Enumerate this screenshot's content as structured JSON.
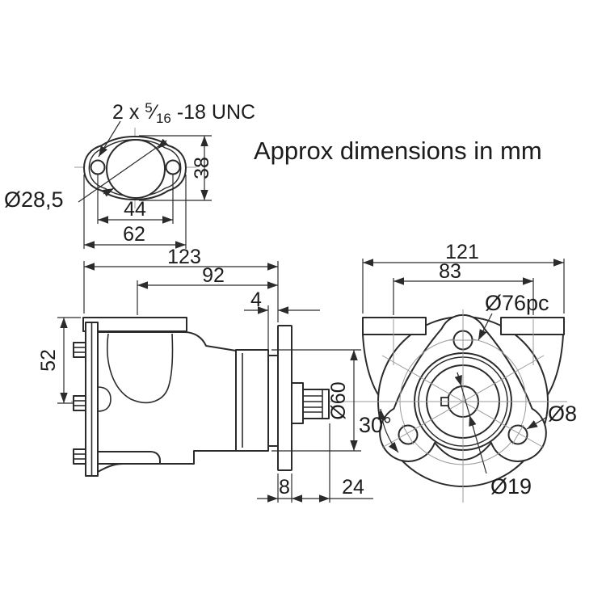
{
  "title": {
    "heading": "Approx dimensions in mm"
  },
  "colors": {
    "line": "#2b2b2b",
    "centerline": "#9a9a9a",
    "text": "#1c1c1c",
    "background": "#ffffff"
  },
  "flange_detail": {
    "thread_note": {
      "prefix": "2 x ",
      "numerator": "5",
      "fraction_slash": "⁄",
      "denominator": "16",
      "suffix": " -18 UNC"
    },
    "bore_diameter": "Ø28,5",
    "height": "38",
    "hole_spacing": "44",
    "width": "62"
  },
  "side_view": {
    "overall_length": "123",
    "body_length": "92",
    "spacer_thickness": "4",
    "flange_height": "52",
    "pilot_diameter": "Ø60",
    "mount_flange_thickness": "8",
    "shaft_length": "24"
  },
  "front_view": {
    "overall_width": "121",
    "port_spacing": "83",
    "bolt_circle": "Ø76pc",
    "bolt_angle": "30°",
    "bolt_hole_diameter": "Ø8",
    "shaft_diameter": "Ø19"
  }
}
